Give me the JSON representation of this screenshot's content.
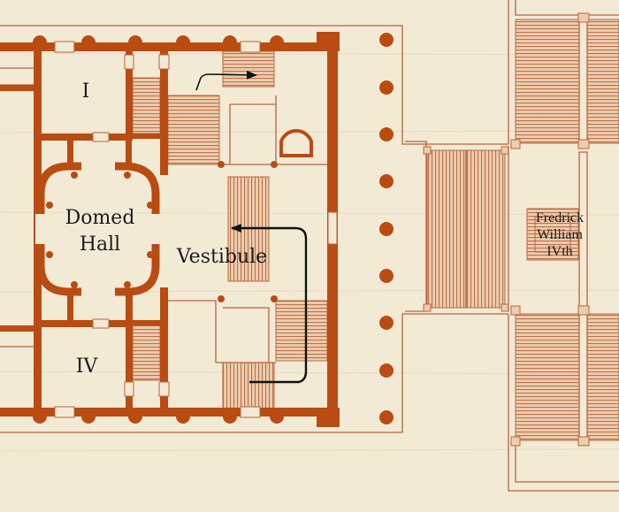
{
  "colors": {
    "paper": "#f3ead6",
    "wall": "#b94c12",
    "thin_line": "#b5673a",
    "stair_fill": "#eccdb0",
    "stair_line": "#b8683c",
    "arrow": "#111111",
    "text": "#1c1c1c"
  },
  "labels": {
    "room_i": "I",
    "domed_hall_line1": "Domed",
    "domed_hall_line2": "Hall",
    "vestibule": "Vestibule",
    "room_iv": "IV",
    "statue_line1": "Fredrick",
    "statue_line2": "William",
    "statue_line3": "IVth"
  },
  "icons": {
    "column": "filled-circle",
    "stair": "hatched-rectangle",
    "route": "arrow"
  }
}
